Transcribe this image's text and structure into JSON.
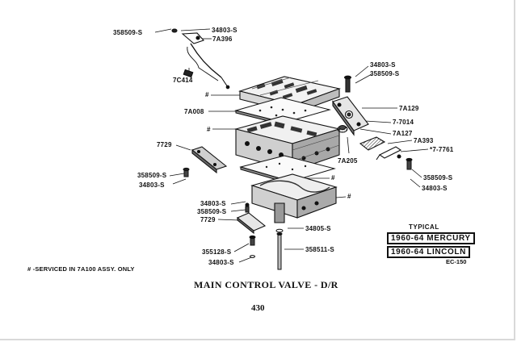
{
  "labels": {
    "l_358509_top": "358509-S",
    "l_34803_top": "34803-S",
    "l_7a396": "7A396",
    "l_7c414": "7C414",
    "l_hash1": "#",
    "l_7a008": "7A008",
    "l_hash2": "#",
    "l_7729_a": "7729",
    "l_358509_mid": "358509-S",
    "l_34803_mid": "34803-S",
    "l_hash3": "#",
    "l_hash4": "#",
    "l_34803_r1": "34803-S",
    "l_358509_r1": "358509-S",
    "l_7a129": "7A129",
    "l_7_7014": "7-7014",
    "l_7a127": "7A127",
    "l_7a393": "7A393",
    "l_7_7761": "*7-7761",
    "l_7a205": "7A205",
    "l_358509_r2": "358509-S",
    "l_34803_r2": "34803-S",
    "l_34803_low": "34803-S",
    "l_358509_low": "358509-S",
    "l_7729_b": "7729",
    "l_34805": "34805-S",
    "l_355128": "355128-S",
    "l_358511": "358511-S",
    "l_34803_bot": "34803-S"
  },
  "legend": {
    "typical": "TYPICAL",
    "mercury": "1960-64 MERCURY",
    "lincoln": "1960-64 LINCOLN",
    "ec": "EC-150"
  },
  "footnote": "# -SERVICED IN 7A100 ASSY. ONLY",
  "caption": "MAIN CONTROL VALVE - D/R",
  "page_number": "430"
}
